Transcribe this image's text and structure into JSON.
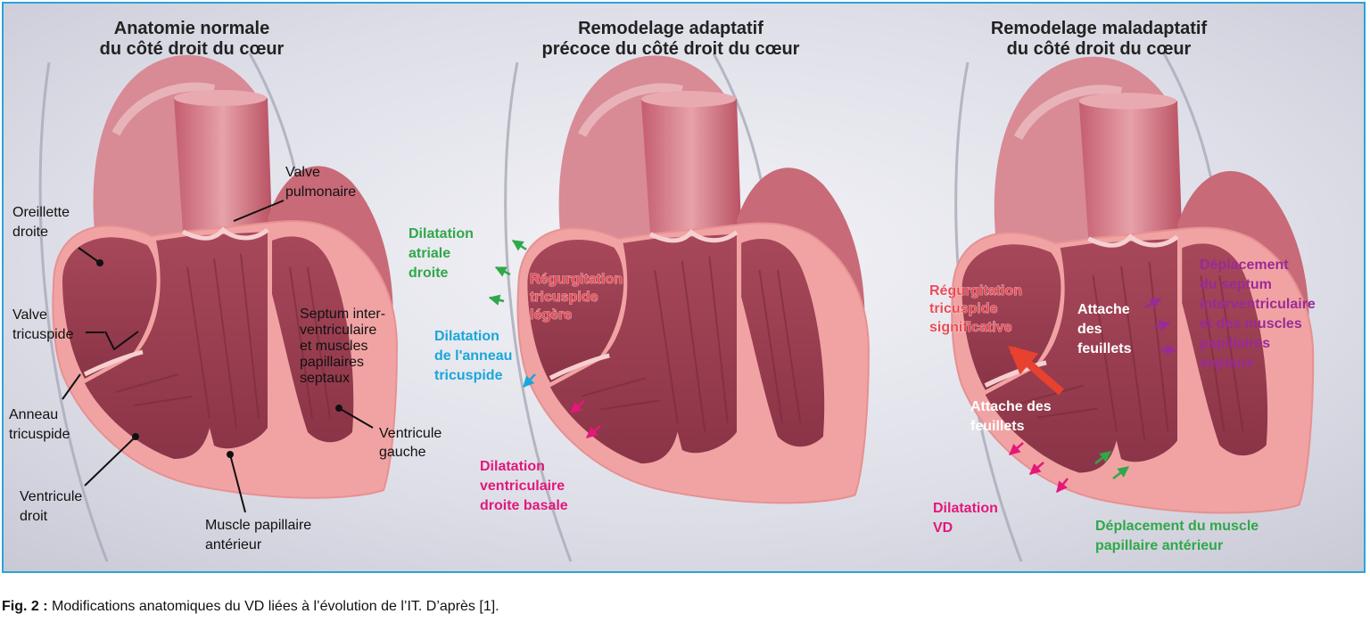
{
  "panels": [
    {
      "title_line1": "Anatomie normale",
      "title_line2": "du côté droit du cœur",
      "labels": {
        "pulmonary_valve_1": "Valve",
        "pulmonary_valve_2": "pulmonaire",
        "right_atrium_1": "Oreillette",
        "right_atrium_2": "droite",
        "tricuspid_valve_1": "Valve",
        "tricuspid_valve_2": "tricuspide",
        "septum_1": "Septum inter-",
        "septum_2": "ventriculaire",
        "septum_3": "et muscles",
        "septum_4": "papillaires",
        "septum_5": "septaux",
        "annulus_1": "Anneau",
        "annulus_2": "tricuspide",
        "left_ventricle_1": "Ventricule",
        "left_ventricle_2": "gauche",
        "right_ventricle_1": "Ventricule",
        "right_ventricle_2": "droit",
        "papillary_1": "Muscle papillaire",
        "papillary_2": "antérieur"
      }
    },
    {
      "title_line1": "Remodelage adaptatif",
      "title_line2": "précoce du côté droit du cœur",
      "labels": {
        "atrial_dilation_1": "Dilatation",
        "atrial_dilation_2": "atriale",
        "atrial_dilation_3": "droite",
        "regurgitation_1": "Régurgitation",
        "regurgitation_2": "tricuspide",
        "regurgitation_3": "légère",
        "annulus_dilation_1": "Dilatation",
        "annulus_dilation_2": "de l'anneau",
        "annulus_dilation_3": "tricuspide",
        "ventricular_dilation_1": "Dilatation",
        "ventricular_dilation_2": "ventriculaire",
        "ventricular_dilation_3": "droite basale"
      }
    },
    {
      "title_line1": "Remodelage maladaptatif",
      "title_line2": "du côté droit du cœur",
      "labels": {
        "septum_shift_1": "Déplacement",
        "septum_shift_2": "du septum",
        "septum_shift_3": "interventriculaire",
        "septum_shift_4": "et des muscles",
        "septum_shift_5": "papillaires",
        "septum_shift_6": "septaux",
        "regurgitation_1": "Régurgitation",
        "regurgitation_2": "tricuspide",
        "regurgitation_3": "significative",
        "leaflet_attach_a_1": "Attache",
        "leaflet_attach_a_2": "des",
        "leaflet_attach_a_3": "feuillets",
        "leaflet_attach_b_1": "Attache des",
        "leaflet_attach_b_2": "feuillets",
        "rv_dilation_1": "Dilatation",
        "rv_dilation_2": "VD",
        "papillary_shift_1": "Déplacement du muscle",
        "papillary_shift_2": "papillaire antérieur"
      }
    }
  ],
  "caption": {
    "label": "Fig. 2 :",
    "text": " Modifications anatomiques du VD liées à l’évolution de l’IT. D’après [1]."
  },
  "colors": {
    "frame": "#2aa4d8",
    "background": "#dcdce6",
    "green": "#2fa84a",
    "blue": "#1aa6d9",
    "magenta": "#e2187a",
    "purple": "#9a2a96",
    "red": "#e84a54"
  }
}
